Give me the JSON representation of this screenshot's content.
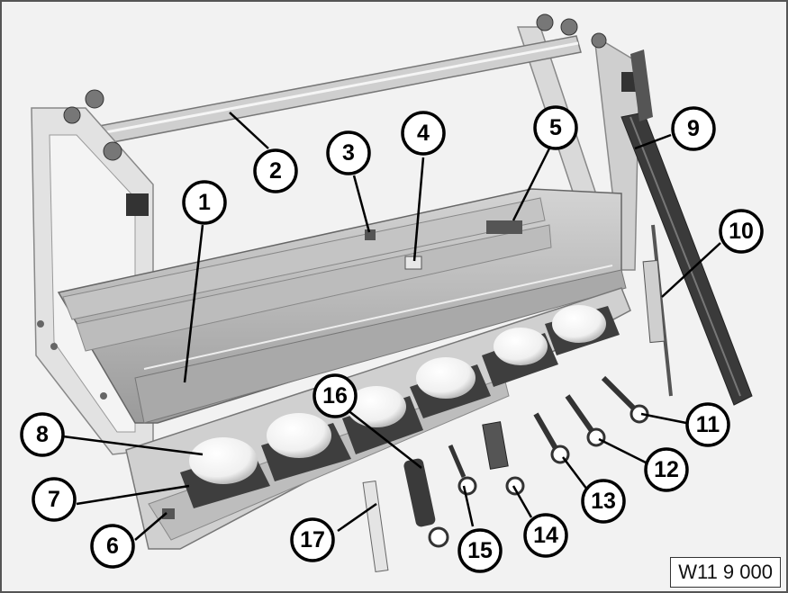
{
  "figure": {
    "reference_code": "W11 9 000",
    "colors": {
      "background": "#f2f2f2",
      "frame": "#dcdcdc",
      "frame_shadow": "#8c8c8c",
      "rail": "#b5b5b5",
      "dome": "#ffffff",
      "dark_part": "#3a3a3a",
      "callout_stroke": "#000000"
    },
    "callouts": [
      {
        "id": "1",
        "label": "1"
      },
      {
        "id": "2",
        "label": "2"
      },
      {
        "id": "3",
        "label": "3"
      },
      {
        "id": "4",
        "label": "4"
      },
      {
        "id": "5",
        "label": "5"
      },
      {
        "id": "6",
        "label": "6"
      },
      {
        "id": "7",
        "label": "7"
      },
      {
        "id": "8",
        "label": "8"
      },
      {
        "id": "9",
        "label": "9"
      },
      {
        "id": "10",
        "label": "10"
      },
      {
        "id": "11",
        "label": "11"
      },
      {
        "id": "12",
        "label": "12"
      },
      {
        "id": "13",
        "label": "13"
      },
      {
        "id": "14",
        "label": "14"
      },
      {
        "id": "15",
        "label": "15"
      },
      {
        "id": "16",
        "label": "16"
      },
      {
        "id": "17",
        "label": "17"
      }
    ]
  }
}
